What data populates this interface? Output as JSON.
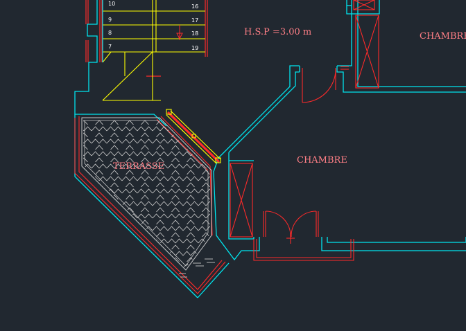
{
  "labels": {
    "hsp": "H.S.P =3.00 m",
    "chambre_main": "CHAMBRE",
    "chambre_top": "CHAMBRE",
    "terrasse": "TERRASSE"
  },
  "stair_left": [
    "10",
    "9",
    "8",
    "7"
  ],
  "stair_right": [
    "16",
    "17",
    "18",
    "19"
  ],
  "colors": {
    "background": "#212830",
    "wall": "#00e5ee",
    "red": "#ff2a2a",
    "yellow": "#ffff00",
    "text": "#ff7f86",
    "hatch": "#c8c8c8"
  }
}
